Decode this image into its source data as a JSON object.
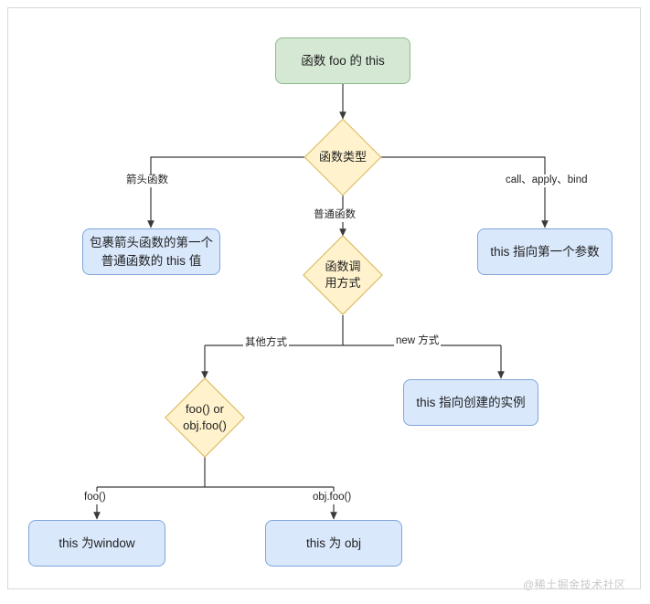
{
  "diagram": {
    "title_node": {
      "label": "函数 foo 的 this",
      "shape": "rounded-rect",
      "color": "#d5e8d4"
    },
    "nodes": [
      {
        "id": "root",
        "label": "函数 foo 的 this",
        "shape": "rounded-rect",
        "fill": "#d5e8d4",
        "stroke": "#8fb98b"
      },
      {
        "id": "func-type",
        "label": "函数类型",
        "shape": "diamond",
        "fill": "#fff2cc",
        "stroke": "#d6b656"
      },
      {
        "id": "arrow-result",
        "label_line1": "包裹箭头函数的第一个",
        "label_line2": "普通函数的 this 值",
        "shape": "rounded-rect",
        "fill": "#dae8fc",
        "stroke": "#7ea6d9"
      },
      {
        "id": "cab-result",
        "label": "this 指向第一个参数",
        "shape": "rounded-rect",
        "fill": "#dae8fc",
        "stroke": "#7ea6d9"
      },
      {
        "id": "call-mode",
        "label_line1": "函数调",
        "label_line2": "用方式",
        "shape": "diamond",
        "fill": "#fff2cc",
        "stroke": "#d6b656"
      },
      {
        "id": "new-result",
        "label": "this 指向创建的实例",
        "shape": "rounded-rect",
        "fill": "#dae8fc",
        "stroke": "#7ea6d9"
      },
      {
        "id": "foo-or-objfoo",
        "label_line1": "foo() or",
        "label_line2": "obj.foo()",
        "shape": "diamond",
        "fill": "#fff2cc",
        "stroke": "#d6b656"
      },
      {
        "id": "window-result",
        "label": "this 为window",
        "shape": "rounded-rect",
        "fill": "#dae8fc",
        "stroke": "#7ea6d9"
      },
      {
        "id": "obj-result",
        "label": "this 为 obj",
        "shape": "rounded-rect",
        "fill": "#dae8fc",
        "stroke": "#7ea6d9"
      }
    ],
    "edge_labels": {
      "arrow_function": "箭头函数",
      "ordinary_function": "普通函数",
      "call_apply_bind": "call、apply、bind",
      "other_mode": "其他方式",
      "new_mode": "new 方式",
      "foo_call": "foo()",
      "objfoo_call": "obj.foo()"
    },
    "watermark": "@稀土掘金技术社区"
  }
}
